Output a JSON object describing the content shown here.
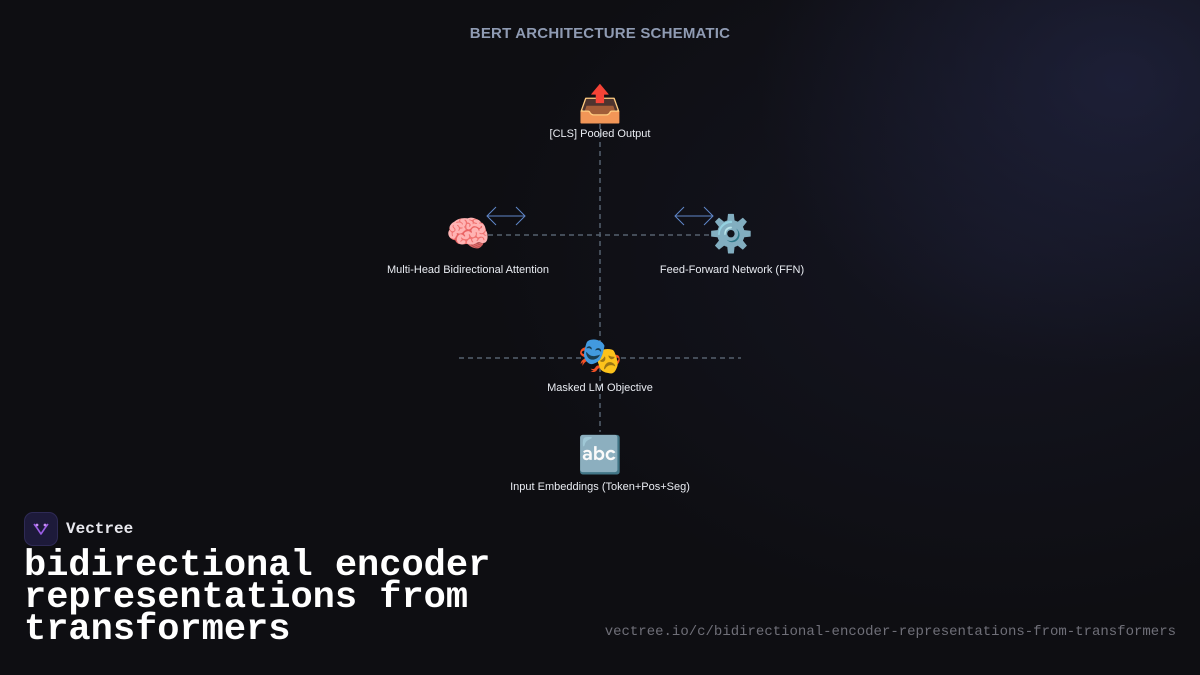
{
  "diagram": {
    "title": "BERT ARCHITECTURE SCHEMATIC",
    "nodes": [
      {
        "id": "output",
        "icon": "outbox-tray-icon",
        "glyph": "📤",
        "label": "[CLS] Pooled Output"
      },
      {
        "id": "attention",
        "icon": "brain-icon",
        "glyph": "🧠",
        "label": "Multi-Head Bidirectional Attention"
      },
      {
        "id": "ffn",
        "icon": "gear-icon",
        "glyph": "⚙️",
        "label": "Feed-Forward Network (FFN)"
      },
      {
        "id": "mlm",
        "icon": "performing-arts-masks-icon",
        "glyph": "🎭",
        "label": "Masked LM Objective"
      },
      {
        "id": "embeddings",
        "icon": "abc-input-symbols-icon",
        "glyph": "🔤",
        "label": "Input Embeddings (Token+Pos+Seg)"
      }
    ],
    "colors": {
      "connector": "#55606e",
      "arrow": "#5f86c9",
      "title": "#8f9bb3",
      "label": "#e9ecf2"
    }
  },
  "brand": {
    "name": "Vectree",
    "logo_icon": "vectree-logo-icon",
    "accent": "#9b5de5"
  },
  "headline": "bidirectional encoder representations from transformers",
  "url": "vectree.io/c/bidirectional-encoder-representations-from-transformers"
}
